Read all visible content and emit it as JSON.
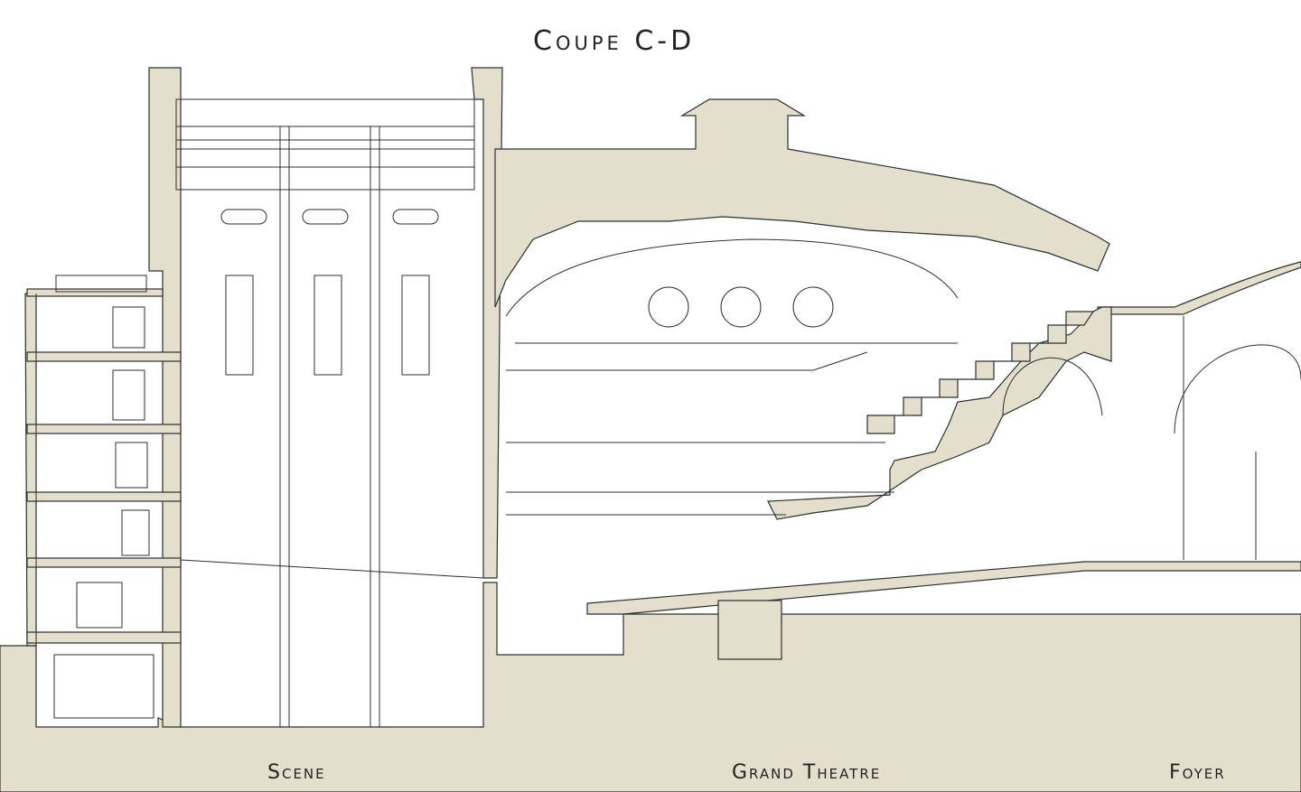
{
  "title": "Coupe C-D",
  "labels": {
    "scene": "Scene",
    "grand_theatre": "Grand Theatre",
    "foyer": "Foyer"
  },
  "colors": {
    "section_fill": "#e3dfcc",
    "line": "#2a302e",
    "paper": "#ffffff"
  }
}
